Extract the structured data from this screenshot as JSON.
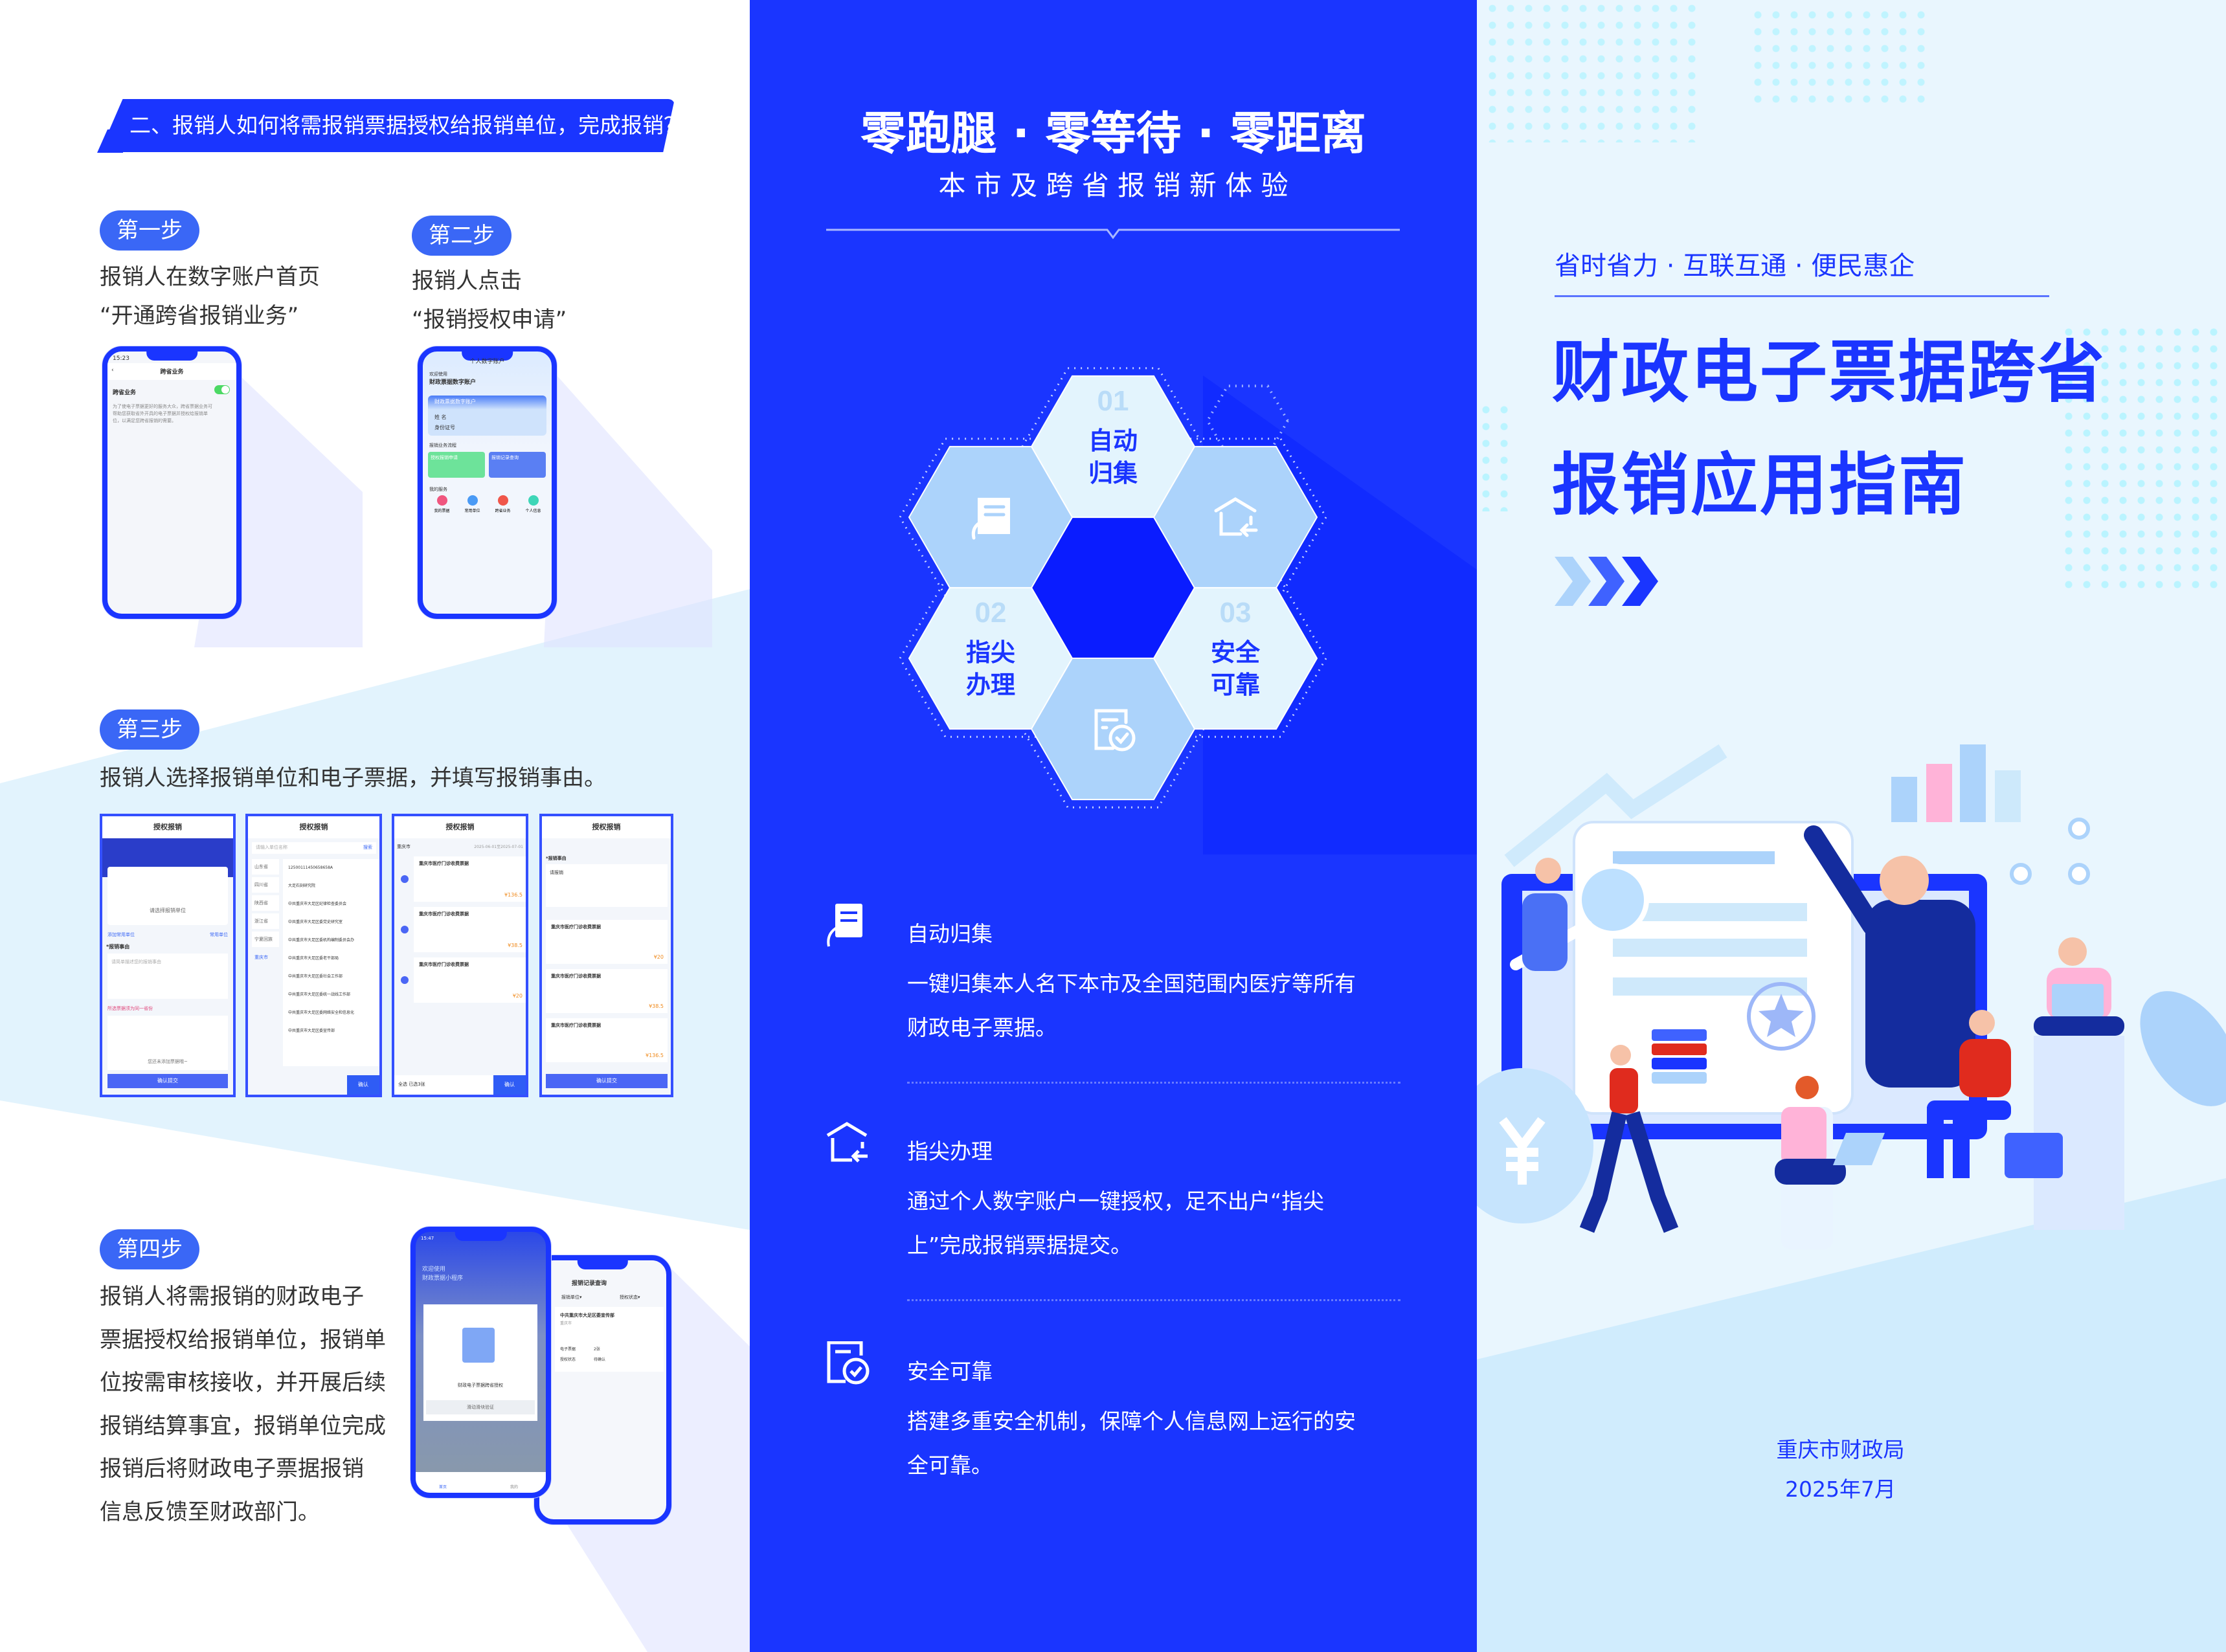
{
  "left": {
    "banner": "二、报销人如何将需报销票据授权给报销单位，完成报销？",
    "steps": [
      {
        "label": "第一步",
        "lines": [
          "报销人在数字账户首页",
          "“开通跨省报销业务”"
        ]
      },
      {
        "label": "第二步",
        "lines": [
          "报销人点击",
          "“报销授权申请”"
        ]
      },
      {
        "label": "第三步",
        "lines": [
          "报销人选择报销单位和电子票据，并填写报销事由。"
        ]
      },
      {
        "label": "第四步",
        "lines": [
          "报销人将需报销的财政电子",
          "票据授权给报销单位，报销单",
          "位按需审核接收，并开展后续",
          "报销结算事宜，报销单位完成",
          "报销后将财政电子票据报销",
          "信息反馈至财政部门。"
        ]
      }
    ],
    "phone1": {
      "time": "15:23",
      "title": "跨省业务",
      "row_label": "跨省业务",
      "toggle_on": true,
      "desc": [
        "为了使电子票据更好的服务大众，跨省票据业务可",
        "帮助您获取省外开具的电子票据并授权给报销单",
        "位，以满足您跨省报销的需要。"
      ]
    },
    "phone2": {
      "title": "个人数字账户",
      "welcome": "欢迎使用",
      "account": "财政票据数字账户",
      "card_title": "财政票据数字账户",
      "name_label": "姓  名",
      "id_label": "身份证号",
      "flow_label": "报销业务流程",
      "card_green": "授权报销申请",
      "card_blue": "报销记录查询",
      "services_label": "我的服务",
      "services": [
        "我的票据",
        "常用单位",
        "跨省业务",
        "个人信息"
      ]
    },
    "shot1": {
      "title": "授权报销",
      "choose": "请选择报销单位",
      "unit_add": "添加常用单位",
      "common": "常用单位",
      "reason_label": "*报销事由",
      "reason_ph": "请简单描述您的报销事由",
      "bill_hint": "所选票据须为同一省份",
      "empty": "您还未添加票据哦~",
      "submit": "确认提交"
    },
    "shot2": {
      "title": "授权报销",
      "search_ph": "请输入单位名称",
      "search": "搜索",
      "provinces": [
        "山东省",
        "四川省",
        "陕西省",
        "浙江省",
        "宁夏回族",
        "重庆市"
      ],
      "units": [
        "12500111450658658A",
        "大足石刻研究院",
        "中共重庆市大足区纪律检查委员会",
        "中共重庆市大足区委党史研究室",
        "中共重庆市大足区委机构编制委员会办",
        "中共重庆市大足区委老干部局",
        "中共重庆市大足区委社会工作部",
        "中共重庆市大足区委统一战线工作部",
        "中共重庆市大足区委网络安全和信息化",
        "中共重庆市大足区委宣传部"
      ],
      "confirm": "确认"
    },
    "shot3": {
      "title": "授权报销",
      "city": "重庆市",
      "range": "2025-06-01至2025-07-01",
      "bills": [
        {
          "name": "重庆市医疗门诊收费票据",
          "amount": "¥136.5"
        },
        {
          "name": "重庆市医疗门诊收费票据",
          "amount": "¥38.5"
        },
        {
          "name": "重庆市医疗门诊收费票据",
          "amount": "¥20"
        }
      ],
      "select_all": "全选  已选3张",
      "confirm": "确认"
    },
    "shot4": {
      "title": "授权报销",
      "reason_label": "*报销事由",
      "reason": "请报销",
      "bills": [
        {
          "name": "重庆市医疗门诊收费票据",
          "amount": "¥20"
        },
        {
          "name": "重庆市医疗门诊收费票据",
          "amount": "¥38.5"
        },
        {
          "name": "重庆市医疗门诊收费票据",
          "amount": "¥136.5"
        }
      ],
      "submit": "确认提交"
    },
    "phone4a": {
      "time": "15:47",
      "welcome": "欢迎使用",
      "app": "财政票据小程序",
      "card_text": "财政电子票据跨省授权",
      "slider": "滑动滑块验证",
      "tab_home": "首页",
      "tab_mine": "我的"
    },
    "phone4b": {
      "title": "报销记录查询",
      "filter_unit": "报销单位▾",
      "filter_status": "授权状态▾",
      "unit": "中共重庆市大足区委宣传部",
      "city": "重庆市",
      "bills_label": "电子票据",
      "bills_value": "2张",
      "status_label": "授权状态",
      "status_value": "待确认"
    }
  },
  "center": {
    "title": "零跑腿 · 零等待 · 零距离",
    "subtitle": "本 市 及 跨 省 报 销 新 体 验",
    "hexes": [
      {
        "num": "01",
        "label1": "自动",
        "label2": "归集"
      },
      {
        "num": "02",
        "label1": "指尖",
        "label2": "办理"
      },
      {
        "num": "03",
        "label1": "安全",
        "label2": "可靠"
      }
    ],
    "features": [
      {
        "icon": "hand-document-icon",
        "title": "自动归集",
        "body": "一键归集本人名下本市及全国范围内医疗等所有财政电子票据。"
      },
      {
        "icon": "home-arrow-icon",
        "title": "指尖办理",
        "body": "通过个人数字账户一键授权，足不出户“指尖上”完成报销票据提交。"
      },
      {
        "icon": "document-check-icon",
        "title": "安全可靠",
        "body": "搭建多重安全机制，保障个人信息网上运行的安全可靠。"
      }
    ]
  },
  "right": {
    "tagline": "省时省力 · 互联互通 · 便民惠企",
    "title_line1": "财政电子票据跨省",
    "title_line2": "报销应用指南",
    "org": "重庆市财政局",
    "date": "2025年7月"
  },
  "colors": {
    "brand": "#1a35ff",
    "light_hex": "#e3f4fd",
    "mid_hex": "#acd3fb",
    "pill": "#3a67f6"
  }
}
